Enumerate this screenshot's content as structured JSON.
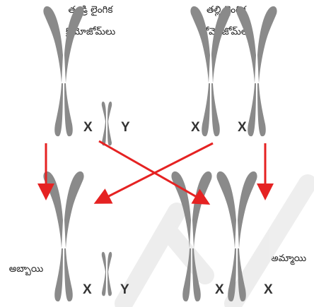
{
  "father": {
    "line1": "తండ్రి లైంగిక",
    "line2": "క్రోమోజోమ్‌లు"
  },
  "mother": {
    "line1": "తల్లి లైంగిక",
    "line2": "క్రోమోజోమ్‌లు"
  },
  "son_label": "అబ్బాయి",
  "daughter_label": "అమ్మాయి",
  "chromosome_labels": {
    "x": "X",
    "y": "Y"
  },
  "colors": {
    "chromosome": "#8a8a8a",
    "arrow": "#e52222",
    "watermark": "#d8d8d8"
  }
}
